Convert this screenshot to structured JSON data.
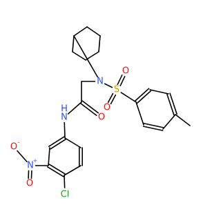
{
  "molecule": {
    "atoms": [
      {
        "id": "c1",
        "element": "C"
      },
      {
        "id": "c2",
        "element": "C"
      },
      {
        "id": "c3",
        "element": "C"
      },
      {
        "id": "c4",
        "element": "C"
      },
      {
        "id": "c5",
        "element": "C"
      },
      {
        "id": "c6",
        "element": "C"
      },
      {
        "id": "n1",
        "element": "N",
        "label": "N"
      },
      {
        "id": "c7",
        "element": "C"
      },
      {
        "id": "c8",
        "element": "C"
      },
      {
        "id": "o1",
        "element": "O",
        "label": "O"
      },
      {
        "id": "n2",
        "element": "N",
        "label": "N",
        "hydrogen": "H"
      },
      {
        "id": "s1",
        "element": "S",
        "label": "S"
      },
      {
        "id": "o2",
        "element": "O",
        "label": "O"
      },
      {
        "id": "o3",
        "element": "O",
        "label": "O"
      },
      {
        "id": "a1",
        "element": "C"
      },
      {
        "id": "a2",
        "element": "C"
      },
      {
        "id": "a3",
        "element": "C"
      },
      {
        "id": "a4",
        "element": "C"
      },
      {
        "id": "a5",
        "element": "C"
      },
      {
        "id": "a6",
        "element": "C"
      },
      {
        "id": "me",
        "element": "C"
      },
      {
        "id": "b1",
        "element": "C"
      },
      {
        "id": "b2",
        "element": "C"
      },
      {
        "id": "b3",
        "element": "C"
      },
      {
        "id": "b4",
        "element": "C"
      },
      {
        "id": "b5",
        "element": "C"
      },
      {
        "id": "b6",
        "element": "C"
      },
      {
        "id": "n3",
        "element": "N",
        "label": "N",
        "charge": "+"
      },
      {
        "id": "o4",
        "element": "O",
        "label": "O",
        "charge": "-"
      },
      {
        "id": "o5",
        "element": "O",
        "label": "O"
      },
      {
        "id": "cl",
        "element": "Cl",
        "label": "Cl"
      }
    ],
    "bonds": [
      {
        "a": "c1",
        "b": "c2",
        "order": 1
      },
      {
        "a": "c2",
        "b": "c3",
        "order": 1
      },
      {
        "a": "c3",
        "b": "c4",
        "order": 1
      },
      {
        "a": "c4",
        "b": "c5",
        "order": 1
      },
      {
        "a": "c5",
        "b": "c6",
        "order": 1
      },
      {
        "a": "c6",
        "b": "c1",
        "order": 1
      },
      {
        "a": "c6",
        "b": "n1",
        "order": 1
      },
      {
        "a": "n1",
        "b": "c7",
        "order": 1
      },
      {
        "a": "c7",
        "b": "c8",
        "order": 1
      },
      {
        "a": "c8",
        "b": "o1",
        "order": 2
      },
      {
        "a": "c8",
        "b": "n2",
        "order": 1
      },
      {
        "a": "n1",
        "b": "s1",
        "order": 1
      },
      {
        "a": "s1",
        "b": "o2",
        "order": 2
      },
      {
        "a": "s1",
        "b": "o3",
        "order": 2
      },
      {
        "a": "s1",
        "b": "a1",
        "order": 1
      },
      {
        "a": "a1",
        "b": "a2",
        "order": 2
      },
      {
        "a": "a2",
        "b": "a3",
        "order": 1
      },
      {
        "a": "a3",
        "b": "a4",
        "order": 2
      },
      {
        "a": "a4",
        "b": "a5",
        "order": 1
      },
      {
        "a": "a5",
        "b": "a6",
        "order": 2
      },
      {
        "a": "a6",
        "b": "a1",
        "order": 1
      },
      {
        "a": "a4",
        "b": "me",
        "order": 1
      },
      {
        "a": "n2",
        "b": "b1",
        "order": 1
      },
      {
        "a": "b1",
        "b": "b2",
        "order": 2
      },
      {
        "a": "b2",
        "b": "b3",
        "order": 1
      },
      {
        "a": "b3",
        "b": "b4",
        "order": 2
      },
      {
        "a": "b4",
        "b": "b5",
        "order": 1
      },
      {
        "a": "b5",
        "b": "b6",
        "order": 2
      },
      {
        "a": "b6",
        "b": "b1",
        "order": 1
      },
      {
        "a": "b3",
        "b": "n3",
        "order": 1
      },
      {
        "a": "n3",
        "b": "o4",
        "order": 1
      },
      {
        "a": "n3",
        "b": "o5",
        "order": 2
      },
      {
        "a": "b4",
        "b": "cl",
        "order": 1
      }
    ]
  },
  "colors": {
    "bond": "#000000",
    "C": "#000000",
    "N": "#3050F8",
    "O": "#FF0D0D",
    "S": "#C8A000",
    "Cl": "#1FA01F"
  }
}
